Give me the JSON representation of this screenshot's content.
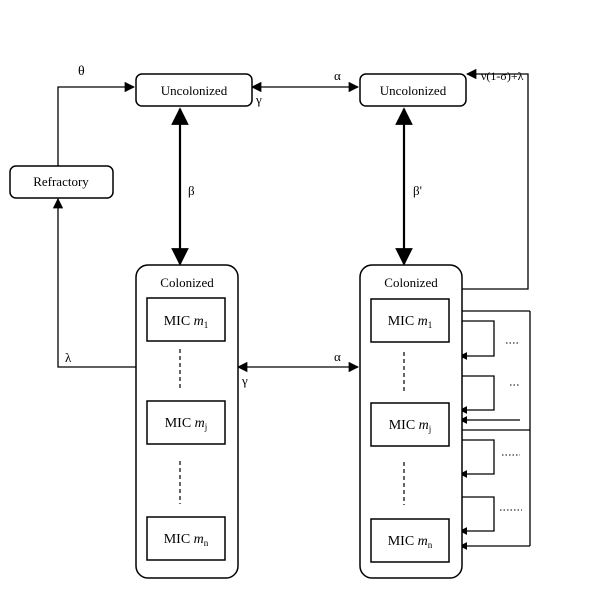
{
  "nodes": {
    "uncolonized_left": "Uncolonized",
    "uncolonized_right": "Uncolonized",
    "refractory": "Refractory",
    "colonized_left": "Colonized",
    "colonized_right": "Colonized"
  },
  "mic_boxes": {
    "prefix": "MIC ",
    "left": [
      {
        "var": "m",
        "sub": "1"
      },
      {
        "var": "m",
        "sub": "j"
      },
      {
        "var": "m",
        "sub": "n"
      }
    ],
    "right": [
      {
        "var": "m",
        "sub": "1"
      },
      {
        "var": "m",
        "sub": "j"
      },
      {
        "var": "m",
        "sub": "n"
      }
    ]
  },
  "rates": {
    "theta": "θ",
    "alpha_top": "α",
    "gamma_top": "γ",
    "beta_left": "β",
    "beta_right": "β'",
    "nu_rate": "ν(1-σ)+λ",
    "lambda": "λ",
    "alpha_mid": "α",
    "gamma_mid": "γ"
  }
}
